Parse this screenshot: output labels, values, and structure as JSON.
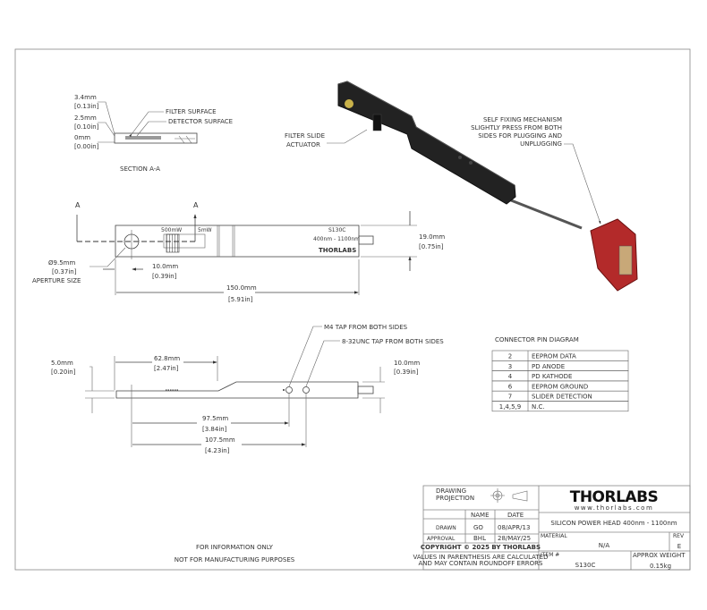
{
  "section": {
    "dims": [
      "3.4mm",
      "[0.13in]",
      "2.5mm",
      "[0.10in]",
      "0mm",
      "[0.00in]"
    ],
    "filter_surface": "FILTER SURFACE",
    "detector_surface": "DETECTOR SURFACE",
    "title": "SECTION A-A"
  },
  "top_view": {
    "section_mark": "A",
    "power_high": "500mW",
    "power_low": "5mW",
    "model": "S130C",
    "range": "400nm - 1100nm",
    "logo": "THORLABS",
    "aperture": [
      "Ø9.5mm",
      "[0.37in]",
      "APERTURE SIZE"
    ],
    "offset": [
      "10.0mm",
      "[0.39in]"
    ],
    "length": [
      "150.0mm",
      "[5.91in]"
    ],
    "height": [
      "19.0mm",
      "[0.75in]"
    ]
  },
  "side_view": {
    "m4_tap": "M4 TAP FROM BOTH SIDES",
    "unc_tap": "8-32UNC TAP FROM BOTH SIDES",
    "thin_thickness": [
      "5.0mm",
      "[0.20in]"
    ],
    "thick_thickness": [
      "10.0mm",
      "[0.39in]"
    ],
    "thin_length": [
      "62.8mm",
      "[2.47in]"
    ],
    "m4_position": [
      "97.5mm",
      "[3.84in]"
    ],
    "unc_position": [
      "107.5mm",
      "[4.23in]"
    ]
  },
  "iso_view": {
    "filter_slide": [
      "FILTER SLIDE",
      "ACTUATOR"
    ],
    "self_fixing": [
      "SELF FIXING MECHANISM",
      "SLIGHTLY PRESS FROM BOTH",
      "SIDES FOR PLUGGING AND",
      "UNPLUGGING"
    ]
  },
  "pin_diagram": {
    "title": "CONNECTOR PIN DIAGRAM",
    "rows": [
      {
        "pin": "2",
        "signal": "EEPROM DATA"
      },
      {
        "pin": "3",
        "signal": "PD ANODE"
      },
      {
        "pin": "4",
        "signal": "PD KATHODE"
      },
      {
        "pin": "6",
        "signal": "EEPROM GROUND"
      },
      {
        "pin": "7",
        "signal": "SLIDER DETECTION"
      },
      {
        "pin": "1,4,5,9",
        "signal": "N.C."
      }
    ]
  },
  "notice": [
    "FOR INFORMATION ONLY",
    "NOT FOR MANUFACTURING PURPOSES"
  ],
  "title_block": {
    "drawing_projection": [
      "DRAWING",
      "PROJECTION"
    ],
    "name_header": "NAME",
    "date_header": "DATE",
    "drawn_label": "DRAWN",
    "drawn_name": "GO",
    "drawn_date": "08/APR/13",
    "approval_label": "APPROVAL",
    "approval_name": "BHL",
    "approval_date": "28/MAY/25",
    "copyright": "COPYRIGHT © 2025 BY THORLABS",
    "disclaimer": [
      "VALUES IN PARENTHESIS ARE CALCULATED",
      "AND MAY CONTAIN ROUNDOFF ERRORS"
    ],
    "logo": "THORLABS",
    "website": "www.thorlabs.com",
    "description": "SILICON POWER HEAD 400nm - 1100nm",
    "material_label": "MATERIAL",
    "material": "N/A",
    "rev_label": "REV",
    "rev": "E",
    "item_label": "ITEM #",
    "item": "S130C",
    "weight_label": "APPROX WEIGHT",
    "weight": "0.15kg"
  }
}
